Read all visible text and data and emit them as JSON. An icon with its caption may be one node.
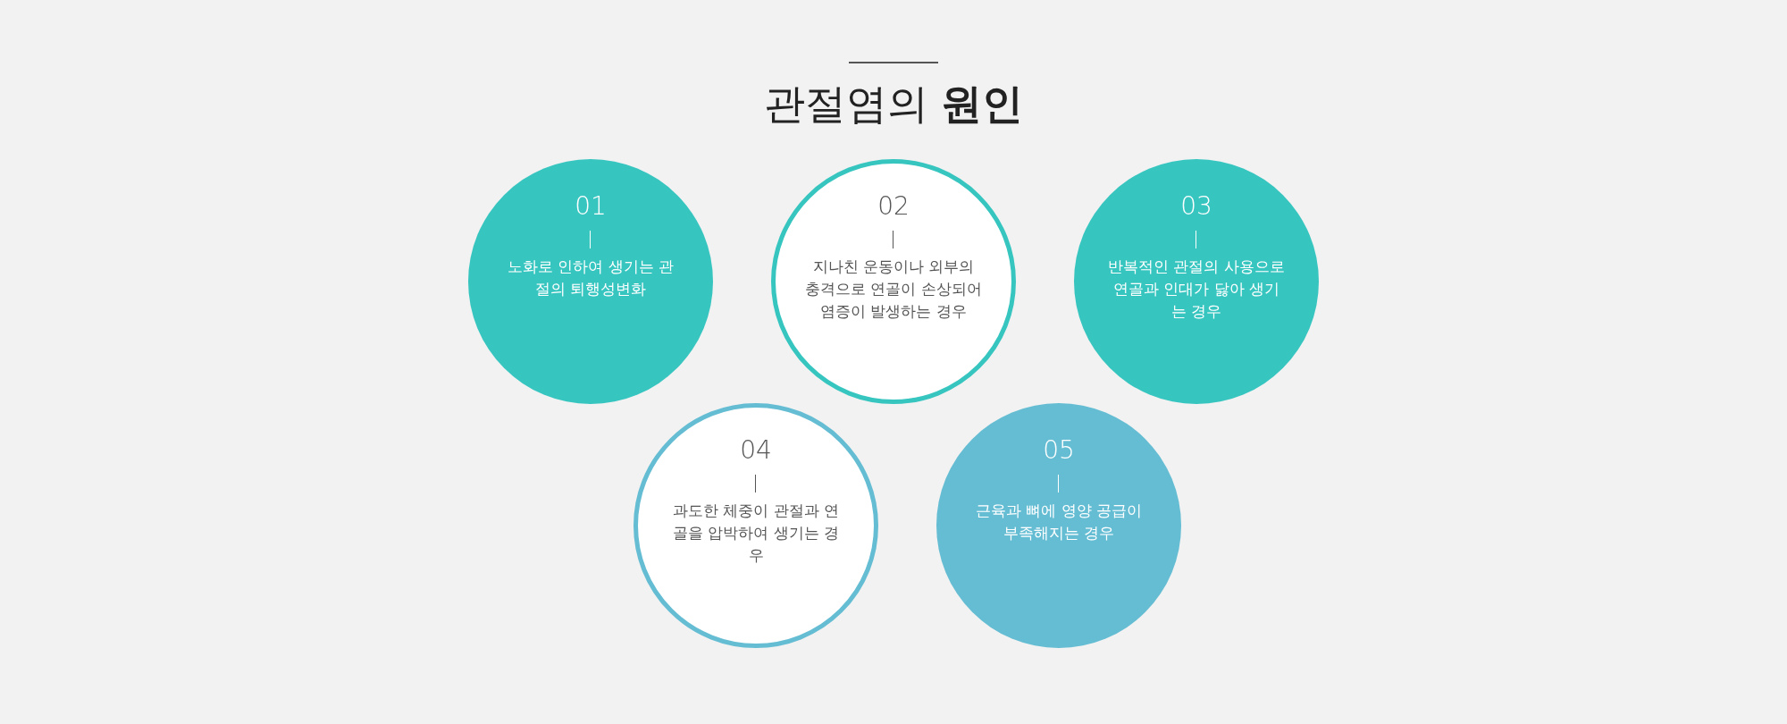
{
  "diagram": {
    "title": "관절염의 **원인**",
    "nodes": [
      {
        "text": [
          "01",
          "노화로 인하여 생기는 관절의 퇴행성변화"
        ]
      },
      {
        "text": [
          "02",
          "지나친 운동이나 외부의 충격으로 연골이 손상되어 염증이 발생하는 경우"
        ]
      },
      {
        "text": [
          "03",
          "반복적인 관절의 사용으로 연골과 인대가 닳아 생기는 경우"
        ]
      },
      {
        "text": [
          "04",
          "과도한 체중이 관절과 연골을 압박하여 생기는 경우"
        ]
      },
      {
        "text": [
          "05",
          "근육과 뼈에 영양 공급이 부족해지는 경우"
        ]
      }
    ],
    "edges": []
  }
}
